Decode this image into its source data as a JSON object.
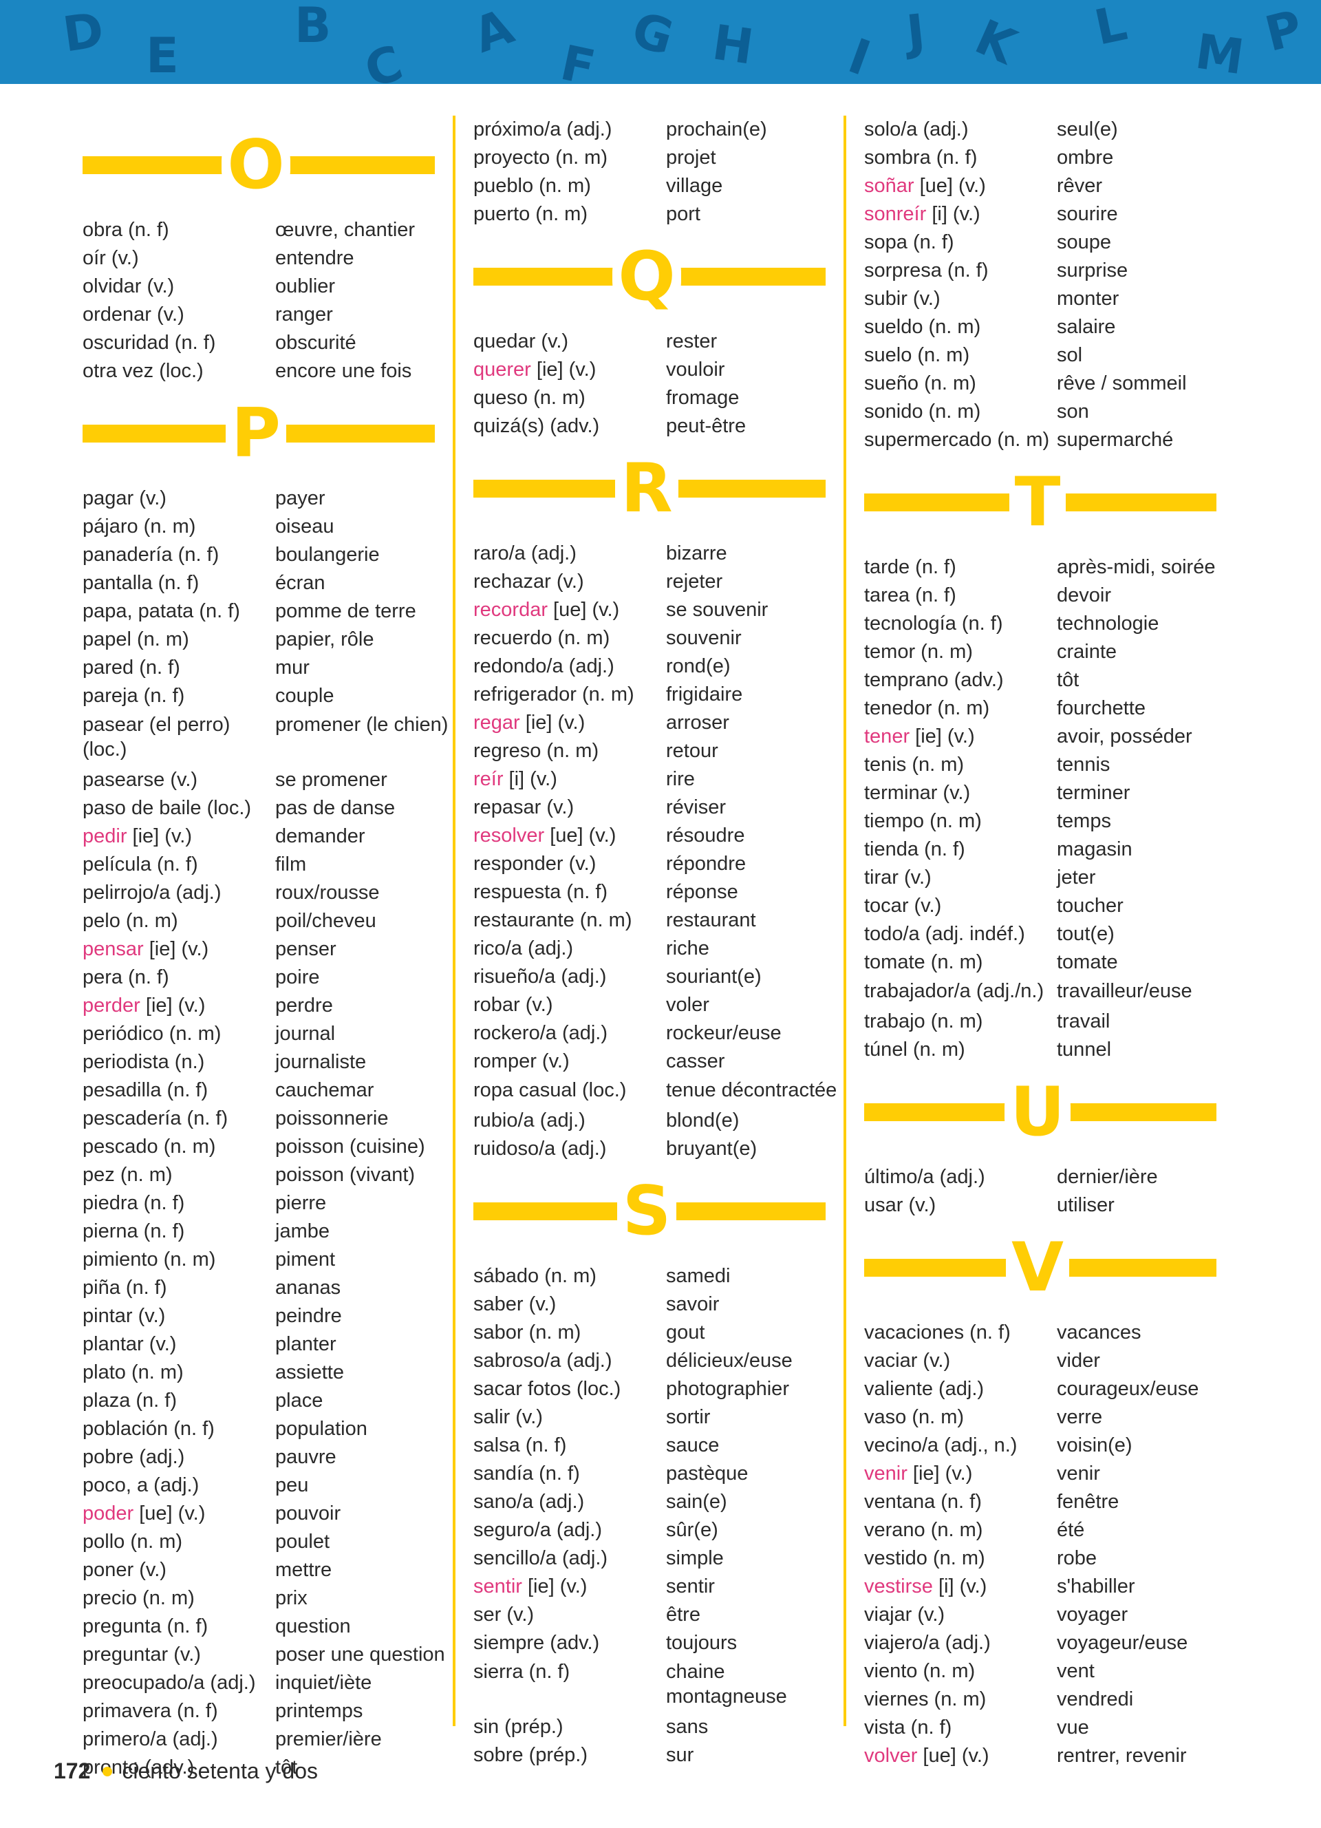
{
  "banner": {
    "letters": [
      "D",
      "E",
      "B",
      "C",
      "A",
      "F",
      "G",
      "H",
      "I",
      "J",
      "K",
      "L",
      "M",
      "P"
    ],
    "color": "#1b86c2"
  },
  "accent_color": "#ffcd05",
  "verb_color": "#e0397e",
  "columns": [
    {
      "sections": [
        {
          "letter": "O",
          "entries": [
            {
              "es": "obra (n. f)",
              "fr": "œuvre, chantier"
            },
            {
              "es": "oír (v.)",
              "fr": "entendre"
            },
            {
              "es": "olvidar (v.)",
              "fr": "oublier"
            },
            {
              "es": "ordenar (v.)",
              "fr": "ranger"
            },
            {
              "es": "oscuridad (n. f)",
              "fr": "obscurité"
            },
            {
              "es": "otra vez (loc.)",
              "fr": "encore une fois"
            }
          ]
        },
        {
          "letter": "P",
          "entries": [
            {
              "es": "pagar (v.)",
              "fr": "payer"
            },
            {
              "es": "pájaro (n. m)",
              "fr": "oiseau"
            },
            {
              "es": "panadería (n. f)",
              "fr": "boulangerie"
            },
            {
              "es": "pantalla (n. f)",
              "fr": "écran"
            },
            {
              "es": "papa, patata (n. f)",
              "fr": "pomme de terre"
            },
            {
              "es": "papel (n. m)",
              "fr": "papier, rôle"
            },
            {
              "es": "pared (n. f)",
              "fr": "mur"
            },
            {
              "es": "pareja (n. f)",
              "fr": "couple"
            },
            {
              "es": "pasear (el perro) (loc.)",
              "fr": "promener (le chien)",
              "multi": true
            },
            {
              "es": "pasearse (v.)",
              "fr": "se promener"
            },
            {
              "es": "paso de baile (loc.)",
              "fr": "pas de danse"
            },
            {
              "verb": "pedir",
              "rest": " [ie] (v.)",
              "fr": "demander"
            },
            {
              "es": "película (n. f)",
              "fr": "film"
            },
            {
              "es": "pelirrojo/a (adj.)",
              "fr": "roux/rousse"
            },
            {
              "es": "pelo (n. m)",
              "fr": "poil/cheveu"
            },
            {
              "verb": "pensar",
              "rest": " [ie] (v.)",
              "fr": "penser"
            },
            {
              "es": "pera (n. f)",
              "fr": "poire"
            },
            {
              "verb": "perder",
              "rest": " [ie] (v.)",
              "fr": "perdre"
            },
            {
              "es": "periódico (n. m)",
              "fr": "journal"
            },
            {
              "es": "periodista (n.)",
              "fr": "journaliste"
            },
            {
              "es": "pesadilla (n. f)",
              "fr": "cauchemar"
            },
            {
              "es": "pescadería (n. f)",
              "fr": "poissonnerie"
            },
            {
              "es": "pescado (n. m)",
              "fr": "poisson (cuisine)"
            },
            {
              "es": "pez (n. m)",
              "fr": "poisson (vivant)"
            },
            {
              "es": "piedra (n. f)",
              "fr": "pierre"
            },
            {
              "es": "pierna (n. f)",
              "fr": "jambe"
            },
            {
              "es": "pimiento (n. m)",
              "fr": "piment"
            },
            {
              "es": "piña (n. f)",
              "fr": "ananas"
            },
            {
              "es": "pintar (v.)",
              "fr": "peindre"
            },
            {
              "es": "plantar (v.)",
              "fr": "planter"
            },
            {
              "es": "plato (n. m)",
              "fr": "assiette"
            },
            {
              "es": "plaza (n. f)",
              "fr": "place"
            },
            {
              "es": "población (n. f)",
              "fr": "population"
            },
            {
              "es": "pobre (adj.)",
              "fr": "pauvre"
            },
            {
              "es": "poco, a (adj.)",
              "fr": "peu"
            },
            {
              "verb": "poder",
              "rest": " [ue] (v.)",
              "fr": "pouvoir"
            },
            {
              "es": "pollo (n. m)",
              "fr": "poulet"
            },
            {
              "es": "poner (v.)",
              "fr": "mettre"
            },
            {
              "es": "precio (n. m)",
              "fr": "prix"
            },
            {
              "es": "pregunta (n. f)",
              "fr": "question"
            },
            {
              "es": "preguntar (v.)",
              "fr": "poser une question"
            },
            {
              "es": "preocupado/a (adj.)",
              "fr": "inquiet/iète"
            },
            {
              "es": "primavera (n. f)",
              "fr": "printemps"
            },
            {
              "es": "primero/a (adj.)",
              "fr": "premier/ière"
            },
            {
              "es": "pronto (adv.)",
              "fr": "tôt"
            }
          ]
        }
      ]
    },
    {
      "sections": [
        {
          "letter": "",
          "entries": [
            {
              "es": "próximo/a (adj.)",
              "fr": "prochain(e)"
            },
            {
              "es": "proyecto (n. m)",
              "fr": "projet"
            },
            {
              "es": "pueblo (n. m)",
              "fr": "village"
            },
            {
              "es": "puerto (n. m)",
              "fr": "port"
            }
          ]
        },
        {
          "letter": "Q",
          "entries": [
            {
              "es": "quedar (v.)",
              "fr": "rester"
            },
            {
              "verb": "querer",
              "rest": " [ie] (v.)",
              "fr": "vouloir"
            },
            {
              "es": "queso (n. m)",
              "fr": "fromage"
            },
            {
              "es": "quizá(s) (adv.)",
              "fr": "peut-être"
            }
          ]
        },
        {
          "letter": "R",
          "entries": [
            {
              "es": "raro/a (adj.)",
              "fr": "bizarre"
            },
            {
              "es": "rechazar (v.)",
              "fr": "rejeter"
            },
            {
              "verb": "recordar",
              "rest": " [ue] (v.)",
              "fr": "se souvenir"
            },
            {
              "es": "recuerdo (n. m)",
              "fr": "souvenir"
            },
            {
              "es": "redondo/a (adj.)",
              "fr": "rond(e)"
            },
            {
              "es": "refrigerador (n. m)",
              "fr": "frigidaire"
            },
            {
              "verb": "regar",
              "rest": " [ie] (v.)",
              "fr": "arroser"
            },
            {
              "es": "regreso (n. m)",
              "fr": "retour"
            },
            {
              "verb": "reír",
              "rest": " [i] (v.)",
              "fr": "rire"
            },
            {
              "es": "repasar (v.)",
              "fr": "réviser"
            },
            {
              "verb": "resolver",
              "rest": " [ue] (v.)",
              "fr": "résoudre"
            },
            {
              "es": "responder (v.)",
              "fr": "répondre"
            },
            {
              "es": "respuesta (n. f)",
              "fr": "réponse"
            },
            {
              "es": "restaurante (n. m)",
              "fr": "restaurant"
            },
            {
              "es": "rico/a (adj.)",
              "fr": "riche"
            },
            {
              "es": "risueño/a (adj.)",
              "fr": "souriant(e)"
            },
            {
              "es": "robar (v.)",
              "fr": "voler"
            },
            {
              "es": "rockero/a (adj.)",
              "fr": "rockeur/euse"
            },
            {
              "es": "romper (v.)",
              "fr": "casser"
            },
            {
              "es": "ropa casual (loc.)",
              "fr": "tenue décontractée",
              "multi": true
            },
            {
              "es": "rubio/a (adj.)",
              "fr": "blond(e)"
            },
            {
              "es": "ruidoso/a (adj.)",
              "fr": "bruyant(e)"
            }
          ]
        },
        {
          "letter": "S",
          "entries": [
            {
              "es": "sábado (n. m)",
              "fr": "samedi"
            },
            {
              "es": "saber (v.)",
              "fr": "savoir"
            },
            {
              "es": "sabor (n. m)",
              "fr": "gout"
            },
            {
              "es": "sabroso/a (adj.)",
              "fr": "délicieux/euse"
            },
            {
              "es": "sacar fotos (loc.)",
              "fr": "photographier"
            },
            {
              "es": "salir (v.)",
              "fr": "sortir"
            },
            {
              "es": "salsa (n. f)",
              "fr": "sauce"
            },
            {
              "es": "sandía (n. f)",
              "fr": "pastèque"
            },
            {
              "es": "sano/a (adj.)",
              "fr": "sain(e)"
            },
            {
              "es": "seguro/a (adj.)",
              "fr": "sûr(e)"
            },
            {
              "es": "sencillo/a (adj.)",
              "fr": "simple"
            },
            {
              "verb": "sentir",
              "rest": " [ie] (v.)",
              "fr": "sentir"
            },
            {
              "es": "ser (v.)",
              "fr": "être"
            },
            {
              "es": "siempre (adv.)",
              "fr": "toujours"
            },
            {
              "es": "sierra (n. f)",
              "fr": "chaine montagneuse",
              "multi": true
            },
            {
              "es": "sin (prép.)",
              "fr": "sans"
            },
            {
              "es": "sobre (prép.)",
              "fr": "sur"
            }
          ]
        }
      ]
    },
    {
      "sections": [
        {
          "letter": "",
          "entries": [
            {
              "es": "solo/a (adj.)",
              "fr": "seul(e)"
            },
            {
              "es": "sombra (n. f)",
              "fr": "ombre"
            },
            {
              "verb": "soñar",
              "rest": " [ue] (v.)",
              "fr": "rêver"
            },
            {
              "verb": "sonreír",
              "rest": " [i] (v.)",
              "fr": "sourire"
            },
            {
              "es": "sopa (n. f)",
              "fr": "soupe"
            },
            {
              "es": "sorpresa (n. f)",
              "fr": "surprise"
            },
            {
              "es": "subir (v.)",
              "fr": "monter"
            },
            {
              "es": "sueldo (n. m)",
              "fr": "salaire"
            },
            {
              "es": "suelo (n. m)",
              "fr": "sol"
            },
            {
              "es": "sueño (n. m)",
              "fr": "rêve / sommeil"
            },
            {
              "es": "sonido (n. m)",
              "fr": "son"
            },
            {
              "es": "supermercado (n. m)",
              "fr": "supermarché"
            }
          ]
        },
        {
          "letter": "T",
          "entries": [
            {
              "es": "tarde (n. f)",
              "fr": "après-midi, soirée"
            },
            {
              "es": "tarea (n. f)",
              "fr": "devoir"
            },
            {
              "es": "tecnología (n. f)",
              "fr": "technologie"
            },
            {
              "es": "temor (n. m)",
              "fr": "crainte"
            },
            {
              "es": "temprano (adv.)",
              "fr": "tôt"
            },
            {
              "es": "tenedor (n. m)",
              "fr": "fourchette"
            },
            {
              "verb": "tener",
              "rest": " [ie] (v.)",
              "fr": "avoir, posséder"
            },
            {
              "es": "tenis (n. m)",
              "fr": "tennis"
            },
            {
              "es": "terminar (v.)",
              "fr": "terminer"
            },
            {
              "es": "tiempo (n. m)",
              "fr": "temps"
            },
            {
              "es": "tienda (n. f)",
              "fr": "magasin"
            },
            {
              "es": "tirar (v.)",
              "fr": "jeter"
            },
            {
              "es": "tocar (v.)",
              "fr": "toucher"
            },
            {
              "es": "todo/a (adj. indéf.)",
              "fr": "tout(e)"
            },
            {
              "es": "tomate (n. m)",
              "fr": "tomate"
            },
            {
              "es": "trabajador/a (adj./n.)",
              "fr": "travailleur/euse",
              "multi": true
            },
            {
              "es": "trabajo (n. m)",
              "fr": "travail"
            },
            {
              "es": "túnel (n. m)",
              "fr": "tunnel"
            }
          ]
        },
        {
          "letter": "U",
          "entries": [
            {
              "es": "último/a (adj.)",
              "fr": "dernier/ière"
            },
            {
              "es": "usar (v.)",
              "fr": "utiliser"
            }
          ]
        },
        {
          "letter": "V",
          "entries": [
            {
              "es": "vacaciones (n. f)",
              "fr": "vacances"
            },
            {
              "es": "vaciar (v.)",
              "fr": "vider"
            },
            {
              "es": "valiente (adj.)",
              "fr": "courageux/euse"
            },
            {
              "es": "vaso (n. m)",
              "fr": "verre"
            },
            {
              "es": "vecino/a (adj., n.)",
              "fr": "voisin(e)"
            },
            {
              "verb": "venir",
              "rest": " [ie] (v.)",
              "fr": "venir"
            },
            {
              "es": "ventana (n. f)",
              "fr": "fenêtre"
            },
            {
              "es": "verano (n. m)",
              "fr": "été"
            },
            {
              "es": "vestido (n. m)",
              "fr": "robe"
            },
            {
              "verb": "vestirse",
              "rest": " [i] (v.)",
              "fr": "s'habiller"
            },
            {
              "es": "viajar (v.)",
              "fr": "voyager"
            },
            {
              "es": "viajero/a (adj.)",
              "fr": "voyageur/euse"
            },
            {
              "es": "viento (n. m)",
              "fr": "vent"
            },
            {
              "es": "viernes (n. m)",
              "fr": "vendredi"
            },
            {
              "es": "vista (n. f)",
              "fr": "vue"
            },
            {
              "verb": "volver",
              "rest": " [ue] (v.)",
              "fr": "rentrer, revenir"
            }
          ]
        }
      ]
    }
  ],
  "footer": {
    "page_number": "172",
    "page_words": "ciento setenta y dos"
  }
}
